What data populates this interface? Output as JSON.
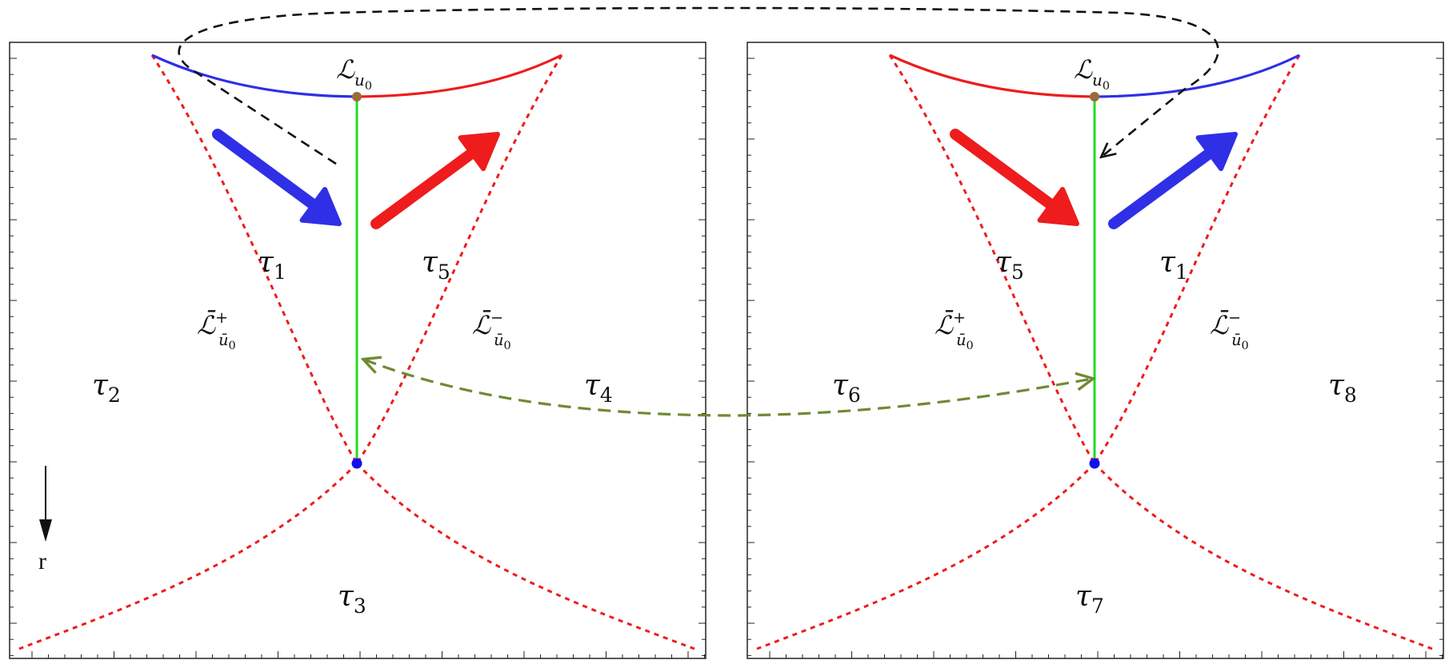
{
  "colors": {
    "blue": "#2f2fe6",
    "red": "#ee1c1c",
    "green": "#22dd22",
    "olive": "#6f8a33",
    "black": "#111111",
    "brown": "#9a6a3a",
    "dot_blue": "#1111ee"
  },
  "panels": [
    {
      "top_label": {
        "main": "ℒ",
        "sub": "u",
        "subsub": "0"
      },
      "left_curve": {
        "main": "ℒ̄",
        "sup": "+",
        "sub": "ū",
        "subsub": "0"
      },
      "right_curve": {
        "main": "ℒ̄",
        "sup": "−",
        "sub": "ū",
        "subsub": "0"
      },
      "regions": {
        "upper_left": {
          "sym": "τ",
          "idx": "1"
        },
        "upper_right": {
          "sym": "τ",
          "idx": "5"
        },
        "side_left": {
          "sym": "τ",
          "idx": "2"
        },
        "side_right": {
          "sym": "τ",
          "idx": "4"
        },
        "bottom": {
          "sym": "τ",
          "idx": "3"
        }
      },
      "arrow_colors": [
        "blue",
        "red"
      ]
    },
    {
      "top_label": {
        "main": "ℒ",
        "sub": "u",
        "subsub": "0"
      },
      "left_curve": {
        "main": "ℒ̄",
        "sup": "+",
        "sub": "ū",
        "subsub": "0"
      },
      "right_curve": {
        "main": "ℒ̄",
        "sup": "−",
        "sub": "ū",
        "subsub": "0"
      },
      "regions": {
        "upper_left": {
          "sym": "τ",
          "idx": "5"
        },
        "upper_right": {
          "sym": "τ",
          "idx": "1"
        },
        "side_left": {
          "sym": "τ",
          "idx": "6"
        },
        "side_right": {
          "sym": "τ",
          "idx": "8"
        },
        "bottom": {
          "sym": "τ",
          "idx": "7"
        }
      },
      "arrow_colors": [
        "red",
        "blue"
      ]
    }
  ],
  "axis_indicator": {
    "label": "r",
    "direction": "down"
  }
}
